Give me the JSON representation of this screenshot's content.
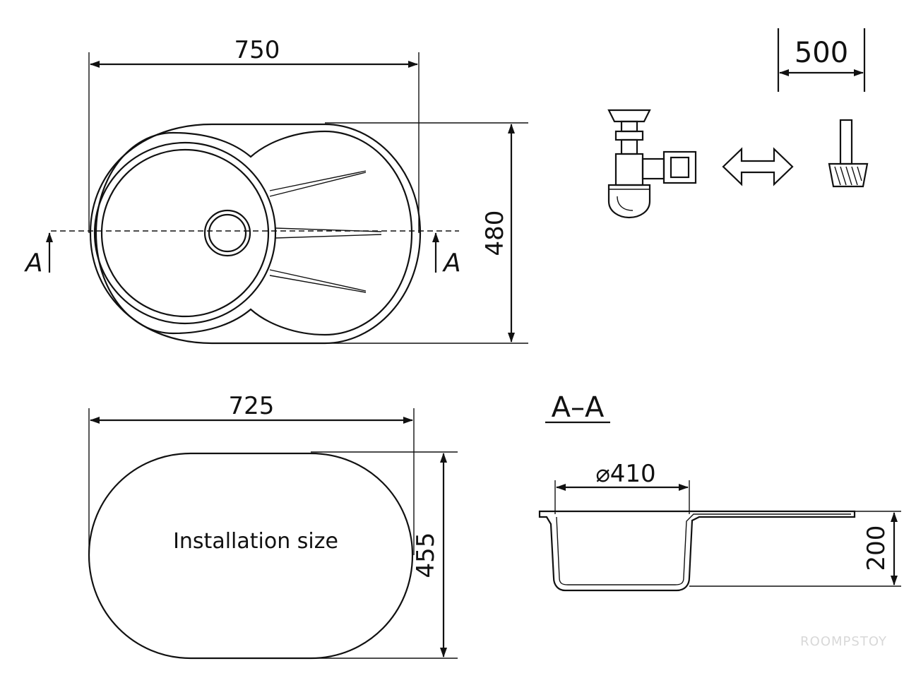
{
  "top_view": {
    "width_label": "750",
    "height_label": "480",
    "section_mark_left": "A",
    "section_mark_right": "A"
  },
  "siphon": {
    "space_label": "500",
    "icons": [
      "siphon-icon",
      "double-arrow-icon",
      "pipe-outlet-icon"
    ]
  },
  "cutout": {
    "width_label": "725",
    "height_label": "455",
    "caption": "Installation size"
  },
  "section": {
    "title": "A–A",
    "bowl_diameter_label": "⌀410",
    "depth_label": "200"
  },
  "watermark": "ROOMPSTOY"
}
